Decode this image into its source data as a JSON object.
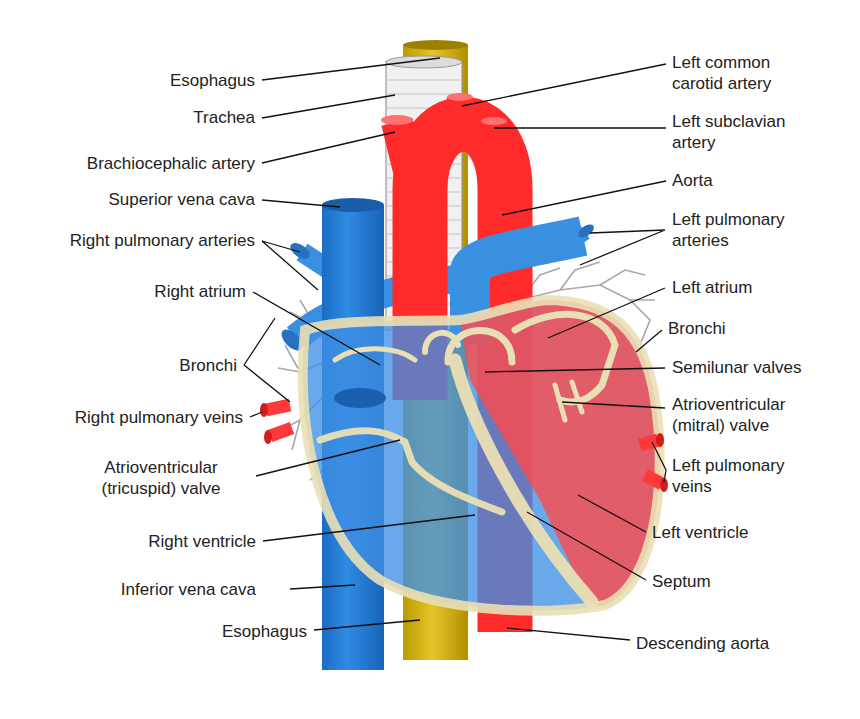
{
  "diagram": {
    "labels": [
      "Esophagus",
      "Trachea",
      "Brachiocephalic artery",
      "Superior vena cava",
      "Right pulmonary arteries",
      "Right atrium",
      "Bronchi",
      "Right pulmonary veins",
      "Atrioventricular (tricuspid) valve",
      "Right ventricle",
      "Inferior vena cava",
      "Esophagus",
      "Left common carotid artery",
      "Left subclavian artery",
      "Aorta",
      "Left pulmonary arteries",
      "Left atrium",
      "Bronchi",
      "Semilunar valves",
      "Atrioventricular (mitral) valve",
      "Left pulmonary veins",
      "Left ventricle",
      "Septum",
      "Descending aorta"
    ]
  }
}
